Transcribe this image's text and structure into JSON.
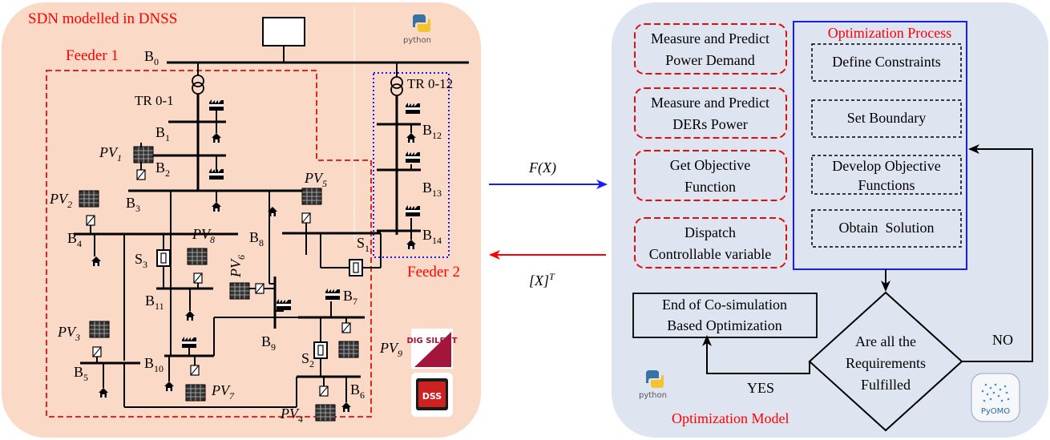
{
  "left_panel": {
    "title": "SDN modelled in DNSS",
    "python_logo_text": "python",
    "feeder1": "Feeder 1",
    "feeder2": "Feeder 2",
    "buses": {
      "B0": "B0",
      "B1": "B1",
      "B2": "B2",
      "B3": "B3",
      "B4": "B4",
      "B5": "B5",
      "B6": "B6",
      "B7": "B7",
      "B8": "B8",
      "B9": "B9",
      "B10": "B10",
      "B11": "B11",
      "B12": "B12",
      "B13": "B13",
      "B14": "B14"
    },
    "transformers": {
      "tr01": "TR 0-1",
      "tr012": "TR 0-12"
    },
    "switches": {
      "S1": "S1",
      "S2": "S2",
      "S3": "S3"
    },
    "pv": {
      "PV1": "PV1",
      "PV2": "PV2",
      "PV3": "PV3",
      "PV4": "PV4",
      "PV5": "PV5",
      "PV6": "PV6",
      "PV7": "PV7",
      "PV8": "PV8",
      "PV9": "PV9"
    },
    "logos": {
      "digsilent": "DIG SILENT",
      "dss": "DSS"
    }
  },
  "arrows": {
    "forward": "F(X)",
    "backward": "[X]T"
  },
  "right_panel": {
    "left_boxes": [
      {
        "line1": "Measure and Predict",
        "line2": "Power Demand"
      },
      {
        "line1": "Measure and Predict",
        "line2": "DERs Power"
      },
      {
        "line1": "Get Objective",
        "line2": "Function"
      },
      {
        "line1": "Dispatch",
        "line2": "Controllable variable"
      }
    ],
    "optimization_process": {
      "title": "Optimization Process",
      "steps": [
        {
          "line1": "Define Constraints",
          "line2": ""
        },
        {
          "line1": "Set Boundary",
          "line2": ""
        },
        {
          "line1": "Develop Objective",
          "line2": "Functions"
        },
        {
          "line1": "Obtain  Solution",
          "line2": ""
        }
      ]
    },
    "decision": {
      "line1": "Are all the",
      "line2": "Requirements",
      "line3": "Fulfilled"
    },
    "end_box": {
      "line1": "End of Co-simulation",
      "line2": "Based Optimization"
    },
    "yes": "YES",
    "no": "NO",
    "model_label": "Optimization Model",
    "python_logo_text": "python",
    "pyomo_logo_text": "PyOMO"
  },
  "colors": {
    "left_bg": "#fad9c6",
    "right_bg": "#dfe4f1",
    "red": "#ff0000",
    "blue": "#1a1aff",
    "dotted_blue": "#1a1aff",
    "dashed_red": "#e01010"
  }
}
